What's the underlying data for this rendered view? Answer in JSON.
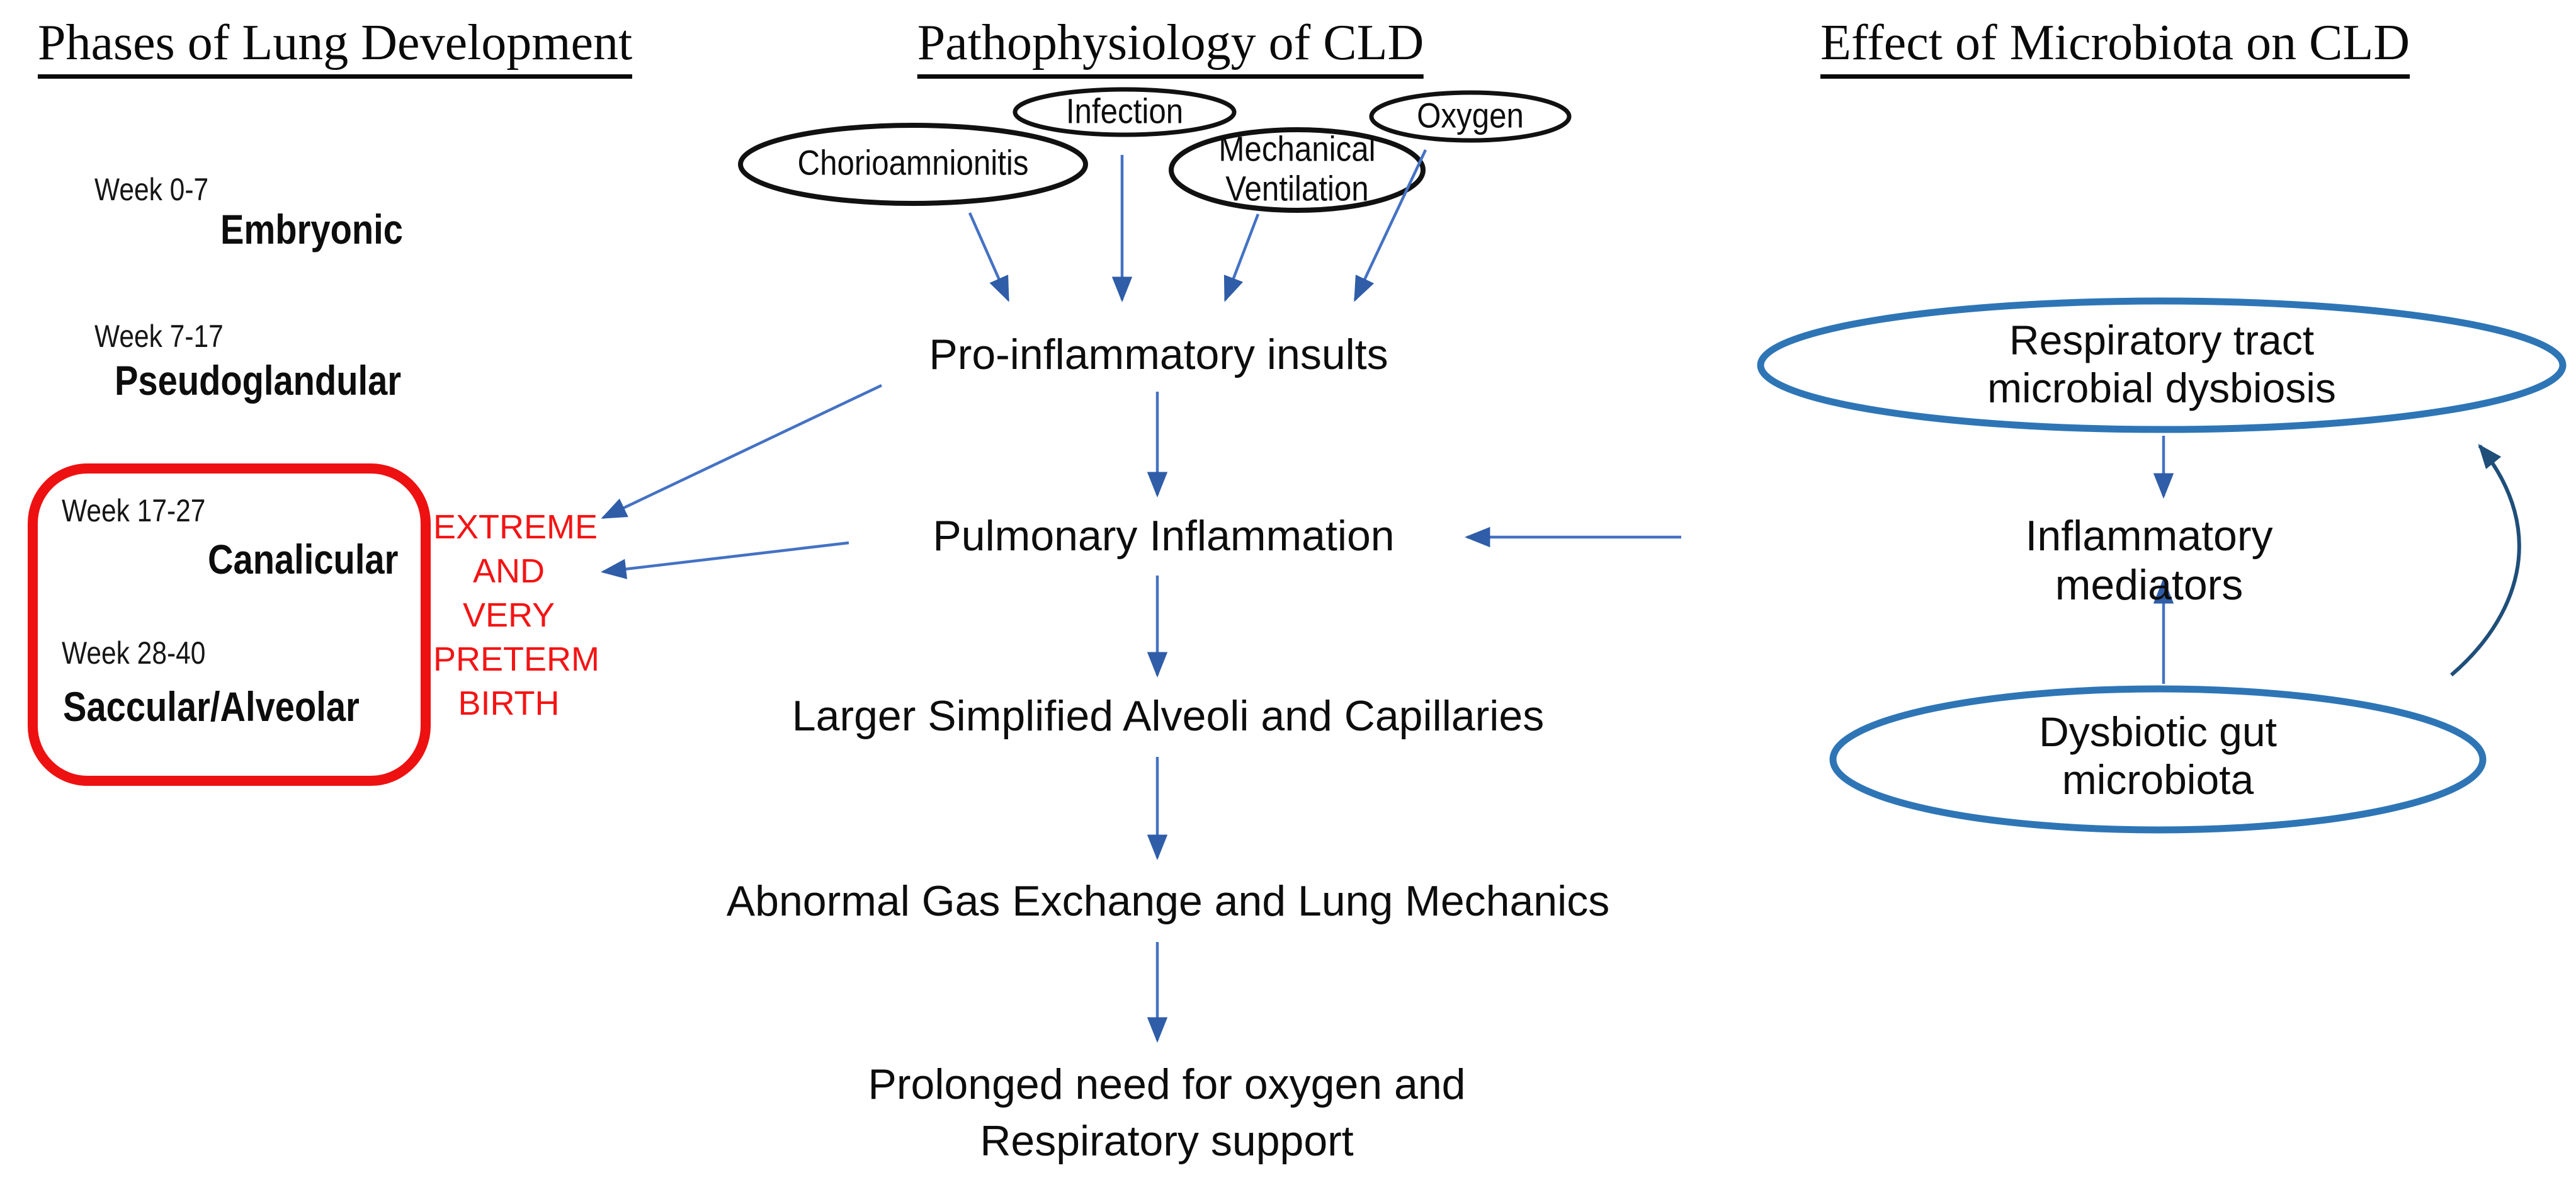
{
  "diagram": {
    "left": {
      "title": "Phases of Lung Development",
      "phases": [
        {
          "week": "Week 0-7",
          "name": "Embryonic"
        },
        {
          "week": "Week 7-17",
          "name": "Pseudoglandular"
        },
        {
          "week": "Week 17-27",
          "name": "Canalicular"
        },
        {
          "week": "Week 28-40",
          "name": "Saccular/Alveolar"
        }
      ],
      "preterm_lines": [
        "EXTREME",
        "AND",
        "VERY",
        "PRETERM",
        "BIRTH"
      ]
    },
    "middle": {
      "title": "Pathophysiology of CLD",
      "sources": [
        "Chorioamnionitis",
        "Infection",
        "Mechanical Ventilation",
        "Oxygen"
      ],
      "cascade": [
        "Pro-inflammatory insults",
        "Pulmonary Inflammation",
        "Larger Simplified Alveoli and Capillaries",
        "Abnormal Gas Exchange and Lung Mechanics",
        "Prolonged need for oxygen and Respiratory support"
      ]
    },
    "right": {
      "title": "Effect of Microbiota on CLD",
      "respiratory": "Respiratory tract microbial dysbiosis",
      "mediators": "Inflammatory mediators",
      "gut": "Dysbiotic gut microbiota"
    },
    "edges": [
      {
        "from": "Chorioamnionitis",
        "to": "Pro-inflammatory insults"
      },
      {
        "from": "Infection",
        "to": "Pro-inflammatory insults"
      },
      {
        "from": "Mechanical Ventilation",
        "to": "Pro-inflammatory insults"
      },
      {
        "from": "Oxygen",
        "to": "Pro-inflammatory insults"
      },
      {
        "from": "Pro-inflammatory insults",
        "to": "EXTREME AND VERY PRETERM BIRTH"
      },
      {
        "from": "Pulmonary Inflammation",
        "to": "EXTREME AND VERY PRETERM BIRTH"
      },
      {
        "from": "Pro-inflammatory insults",
        "to": "Pulmonary Inflammation"
      },
      {
        "from": "Pulmonary Inflammation",
        "to": "Larger Simplified Alveoli and Capillaries"
      },
      {
        "from": "Larger Simplified Alveoli and Capillaries",
        "to": "Abnormal Gas Exchange and Lung Mechanics"
      },
      {
        "from": "Abnormal Gas Exchange and Lung Mechanics",
        "to": "Prolonged need for oxygen and Respiratory support"
      },
      {
        "from": "Respiratory tract microbial dysbiosis",
        "to": "Inflammatory mediators"
      },
      {
        "from": "Dysbiotic gut microbiota",
        "to": "Inflammatory mediators"
      },
      {
        "from": "Inflammatory mediators",
        "to": "Pulmonary Inflammation"
      },
      {
        "from": "Dysbiotic gut microbiota",
        "to": "Respiratory tract microbial dysbiosis"
      }
    ],
    "colors": {
      "arrow_blue": "#4472C4",
      "arrowhead_blue": "#2F5DA8",
      "curved_arrow_dark_blue": "#1F4E79",
      "microbiota_ellipse_blue": "#2E75B6",
      "highlight_red": "#EE1111",
      "text_black": "#0d0d0d"
    }
  }
}
